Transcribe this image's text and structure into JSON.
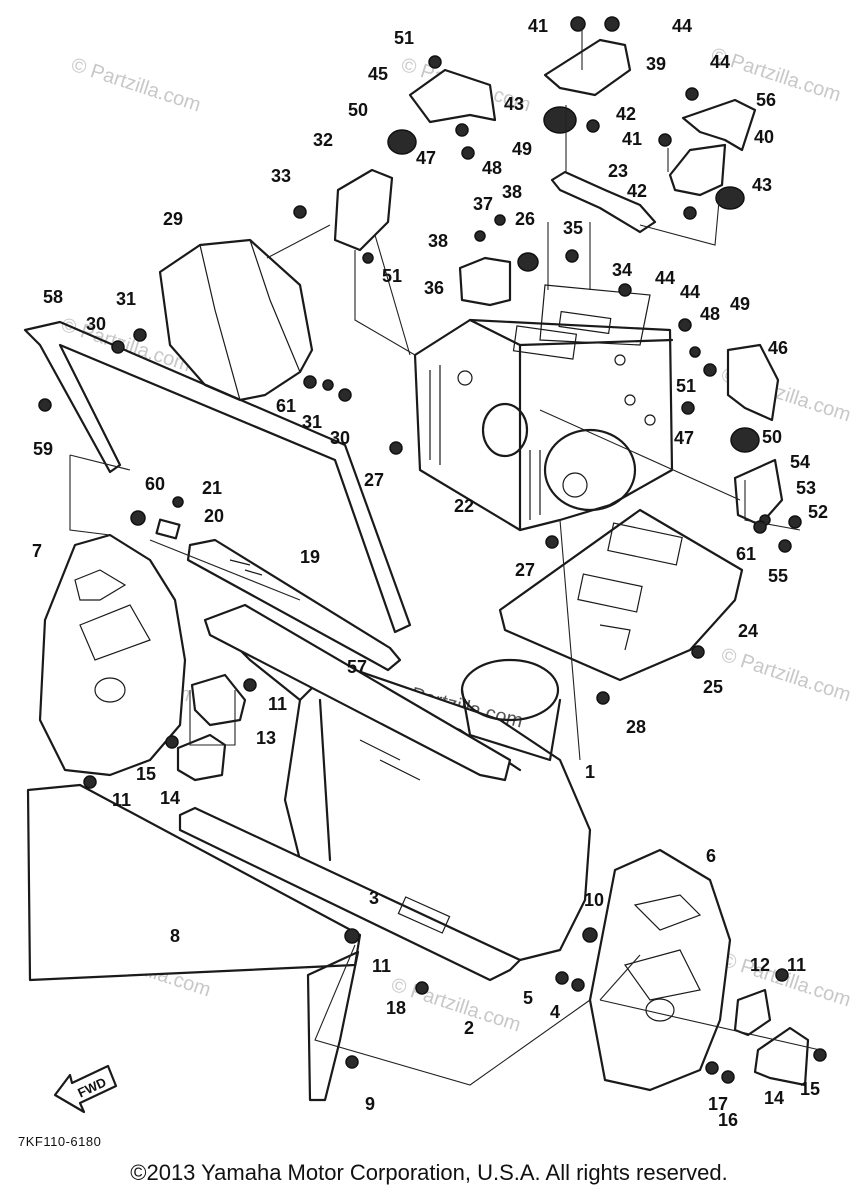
{
  "copyright": "©2013 Yamaha Motor Corporation, U.S.A. All rights reserved.",
  "drawing_code": "7KF110-6180",
  "fwd_label": "FWD",
  "watermark": "© Partzilla.com",
  "watermark_center": "Partzilla.com",
  "callouts": [
    {
      "label": "41"
    },
    {
      "label": "44"
    },
    {
      "label": "39"
    },
    {
      "label": "51"
    },
    {
      "label": "45"
    },
    {
      "label": "44"
    },
    {
      "label": "56"
    },
    {
      "label": "50"
    },
    {
      "label": "43"
    },
    {
      "label": "42"
    },
    {
      "label": "47"
    },
    {
      "label": "49"
    },
    {
      "label": "41"
    },
    {
      "label": "40"
    },
    {
      "label": "48"
    },
    {
      "label": "32"
    },
    {
      "label": "23"
    },
    {
      "label": "43"
    },
    {
      "label": "42"
    },
    {
      "label": "33"
    },
    {
      "label": "38"
    },
    {
      "label": "37"
    },
    {
      "label": "26"
    },
    {
      "label": "35"
    },
    {
      "label": "38"
    },
    {
      "label": "29"
    },
    {
      "label": "34"
    },
    {
      "label": "44"
    },
    {
      "label": "51"
    },
    {
      "label": "36"
    },
    {
      "label": "44"
    },
    {
      "label": "49"
    },
    {
      "label": "58"
    },
    {
      "label": "31"
    },
    {
      "label": "48"
    },
    {
      "label": "30"
    },
    {
      "label": "46"
    },
    {
      "label": "51"
    },
    {
      "label": "61"
    },
    {
      "label": "31"
    },
    {
      "label": "30"
    },
    {
      "label": "47"
    },
    {
      "label": "59"
    },
    {
      "label": "50"
    },
    {
      "label": "27"
    },
    {
      "label": "54"
    },
    {
      "label": "60"
    },
    {
      "label": "21"
    },
    {
      "label": "22"
    },
    {
      "label": "53"
    },
    {
      "label": "20"
    },
    {
      "label": "52"
    },
    {
      "label": "7"
    },
    {
      "label": "19"
    },
    {
      "label": "27"
    },
    {
      "label": "61"
    },
    {
      "label": "55"
    },
    {
      "label": "24"
    },
    {
      "label": "57"
    },
    {
      "label": "25"
    },
    {
      "label": "11"
    },
    {
      "label": "13"
    },
    {
      "label": "28"
    },
    {
      "label": "15"
    },
    {
      "label": "1"
    },
    {
      "label": "14"
    },
    {
      "label": "11"
    },
    {
      "label": "6"
    },
    {
      "label": "3"
    },
    {
      "label": "10"
    },
    {
      "label": "8"
    },
    {
      "label": "11"
    },
    {
      "label": "12"
    },
    {
      "label": "11"
    },
    {
      "label": "5"
    },
    {
      "label": "18"
    },
    {
      "label": "4"
    },
    {
      "label": "2"
    },
    {
      "label": "15"
    },
    {
      "label": "14"
    },
    {
      "label": "9"
    },
    {
      "label": "17"
    },
    {
      "label": "16"
    }
  ]
}
